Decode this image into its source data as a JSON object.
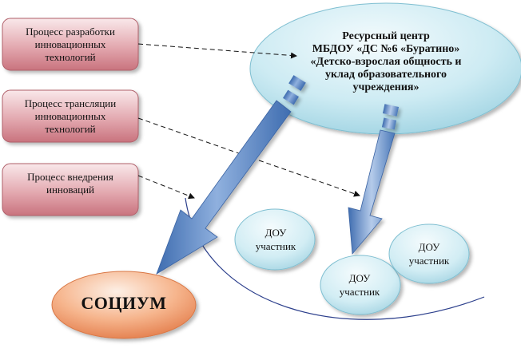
{
  "processes": [
    {
      "label": "Процесс разработки\nинновационных\nтехнологий"
    },
    {
      "label": "Процесс трансляции\nинновационных\nтехнологий"
    },
    {
      "label": "Процесс внедрения\nинноваций"
    }
  ],
  "resource_center": {
    "label": "Ресурсный центр\nМБДОУ «ДС №6 «Буратино»\n«Детско-взрослая общность и\nуклад образовательного\nучреждения»"
  },
  "participants": [
    {
      "label": "ДОУ\nучастник"
    },
    {
      "label": "ДОУ\nучастник"
    },
    {
      "label": "ДОУ\nучастник"
    }
  ],
  "socium": {
    "label": "СОЦИУМ"
  },
  "colors": {
    "process_fill_light": "#f8e4e6",
    "process_fill_dark": "#cd7c86",
    "center_fill_light": "#eaf6fa",
    "center_fill_dark": "#a8d8e6",
    "socium_fill_light": "#fbe2cf",
    "socium_fill_dark": "#e9895a",
    "arrow_blue": "#5b86c4",
    "arrow_blue_light": "#a9c3e6",
    "curve": "#2c3f8c"
  }
}
